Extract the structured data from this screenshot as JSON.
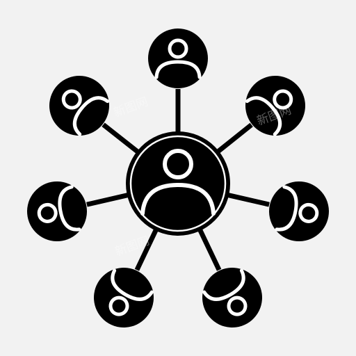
{
  "icon": {
    "name": "network-users-icon",
    "colors": {
      "background": "#f2f2f2",
      "foreground": "#000000",
      "knockout": "#ffffff"
    },
    "hub": {
      "name": "central-user-icon"
    },
    "nodes": [
      {
        "name": "top-user-node",
        "rotation": 0
      },
      {
        "name": "upper-left-user-node",
        "rotation": -50
      },
      {
        "name": "upper-right-user-node",
        "rotation": 50
      },
      {
        "name": "left-user-node",
        "rotation": -100
      },
      {
        "name": "right-user-node",
        "rotation": 100
      },
      {
        "name": "lower-left-user-node",
        "rotation": -150
      },
      {
        "name": "lower-right-user-node",
        "rotation": 150
      }
    ],
    "watermark": [
      "新图网",
      "新图网",
      "新图网"
    ]
  }
}
